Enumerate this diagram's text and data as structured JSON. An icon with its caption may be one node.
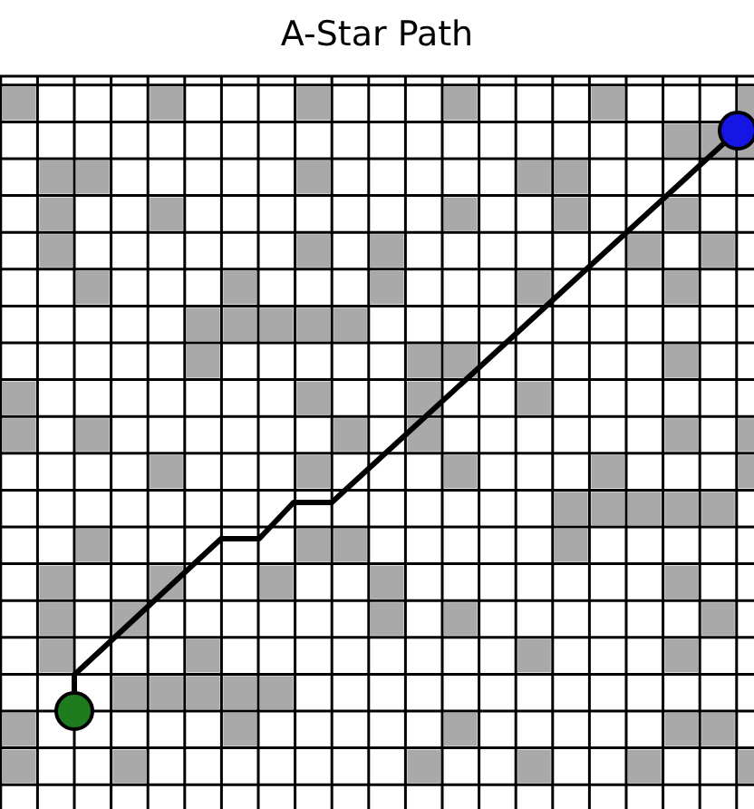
{
  "diagram": {
    "title": "A-Star Path",
    "nodes": [
      {
        "text": [],
        "shape": "circle"
      },
      {
        "text": [],
        "shape": "circle"
      }
    ],
    "edges": [
      {
        "from": 0,
        "to": 1,
        "arrow": "none"
      }
    ]
  }
}
